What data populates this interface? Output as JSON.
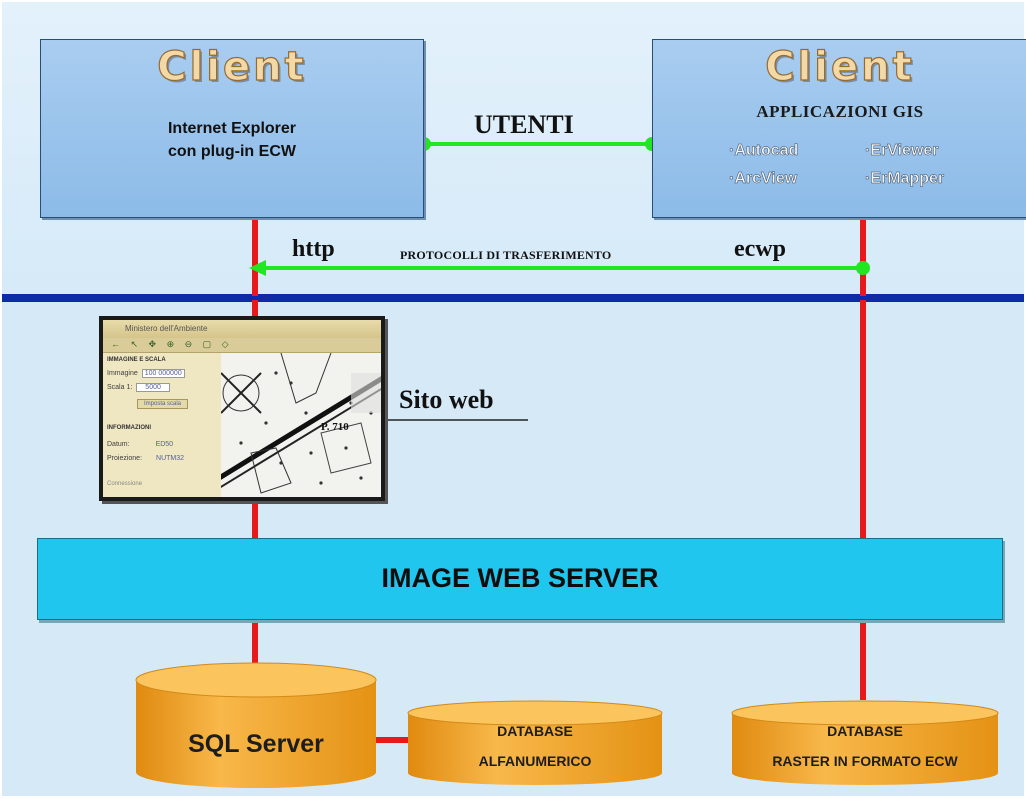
{
  "client_left": {
    "title": "Client",
    "line1": "Internet Explorer",
    "line2": "con plug-in ECW"
  },
  "client_right": {
    "title": "Client",
    "heading": "APPLICAZIONI GIS",
    "apps": [
      "·Autocad",
      "·ErViewer",
      "·ArcView",
      "·ErMapper"
    ]
  },
  "links": {
    "users": "UTENTI",
    "http": "http",
    "protocols": "PROTOCOLLI DI TRASFERIMENTO",
    "ecwp": "ecwp"
  },
  "website": {
    "label": "Sito web",
    "window_title": "Ministero dell'Ambiente",
    "section1": "IMMAGINE E SCALA",
    "field_immagine": "Immagine",
    "field_scala": "Scala 1:",
    "value_immagine": "100 000000",
    "value_scala": "5000",
    "button": "Imposta scala",
    "section2": "INFORMAZIONI",
    "info_datum": "Datum:",
    "info_datum_val": "ED50",
    "info_proj": "Proiezione:",
    "info_proj_val": "NUTM32",
    "footer": "Connessione",
    "map_label": "P. 710"
  },
  "server": {
    "label": "IMAGE WEB SERVER"
  },
  "databases": {
    "sql": "SQL Server",
    "alfa_line1": "DATABASE",
    "alfa_line2": "ALFANUMERICO",
    "raster_line1": "DATABASE",
    "raster_line2": "RASTER IN FORMATO ECW"
  },
  "colors": {
    "background_top": "#ddeefa",
    "background_bottom": "#d4e8f7",
    "client_box": "#9ec6ee",
    "server_box": "#20c6ee",
    "link_green": "#22e622",
    "vertical_red": "#e8191b",
    "divider_blue": "#0b2ba8",
    "cylinder": "#f5a623"
  }
}
